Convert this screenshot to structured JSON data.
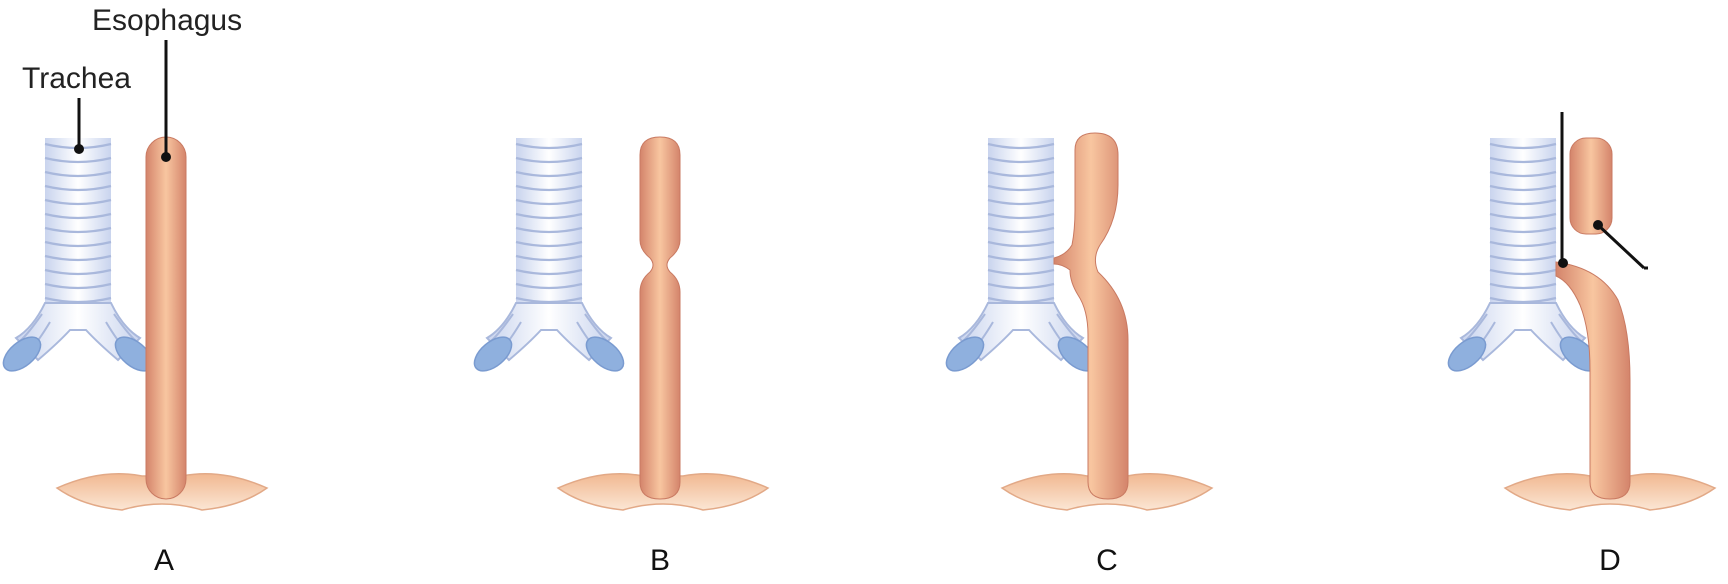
{
  "labels": {
    "esophagus": "Esophagus",
    "trachea": "Trachea"
  },
  "panels": [
    "A",
    "B",
    "C",
    "D"
  ],
  "colors": {
    "trachea_fill": "#eef2fb",
    "trachea_ring": "#aab9dd",
    "bronchus_end": "#8fb0de",
    "esophagus_fill": "#d98c74",
    "esophagus_highlight": "#f7c9a4",
    "stomach": "#f4c7a4",
    "leader": "#111111"
  }
}
